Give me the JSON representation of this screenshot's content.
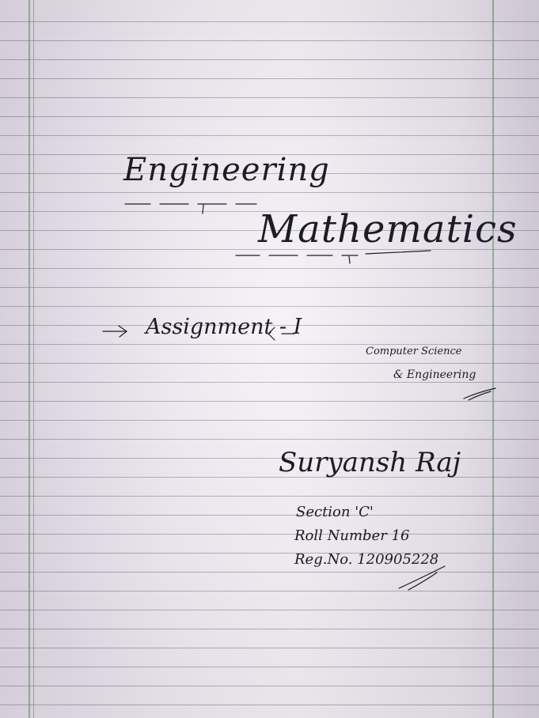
{
  "title": {
    "line1": "Engineering",
    "line2": "Mathematics"
  },
  "assignment": "Assignment - I",
  "department": {
    "line1": "Computer Science",
    "line2": "& Engineering"
  },
  "student": {
    "name": "Suryansh Raj",
    "section": "Section 'C'",
    "roll": "Roll Number 16",
    "reg": "Reg.No. 120905228"
  },
  "colors": {
    "paper": "#efeaf2",
    "rule_lines": "#7870a0",
    "margin_lines": "#6e9678",
    "ink": "#1c1b26"
  }
}
